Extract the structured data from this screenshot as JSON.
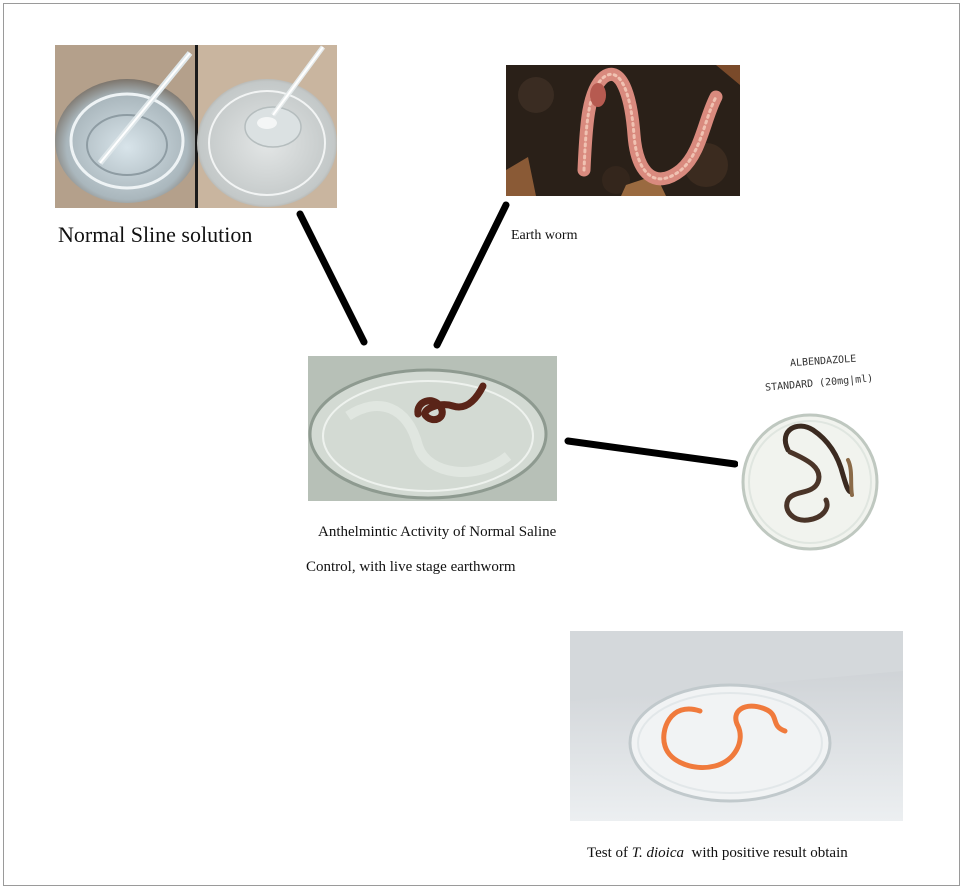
{
  "captions": {
    "saline": "Normal Sline solution",
    "earthworm": "Earth worm",
    "control_line1": "Anthelmintic Activity of Normal Saline",
    "control_line2": "Control, with live stage earthworm",
    "test_prefix": "Test of ",
    "test_species": "T. dioica",
    "test_suffix": "  with positive result obtain"
  },
  "albendazole_label": {
    "line1": "ALBENDAZOLE",
    "line2": "STANDARD (20mg|ml)"
  },
  "colors": {
    "connector": "#000000",
    "soil": "#2a2018",
    "worm_pink": "#d98a7e",
    "worm_dark": "#4a2a20",
    "worm_orange": "#f07a3c"
  }
}
